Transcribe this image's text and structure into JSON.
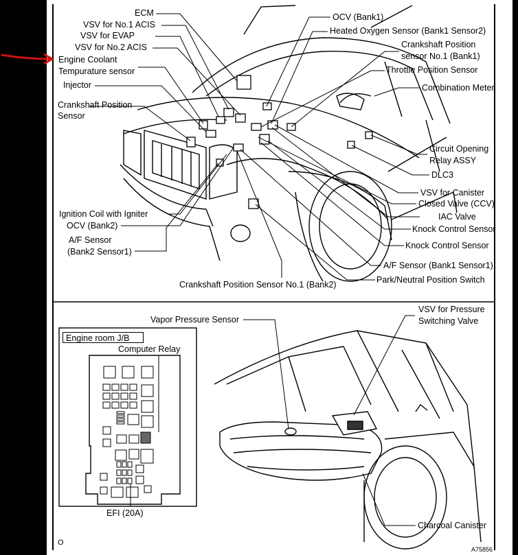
{
  "upper_labels_left": {
    "ecm": "ECM",
    "vsv_no1_acis": "VSV for No.1 ACIS",
    "vsv_evap": "VSV for EVAP",
    "vsv_no2_acis": "VSV for No.2 ACIS",
    "engine_coolant_1": "Engine Coolant",
    "engine_coolant_2": "Tempurature sensor",
    "injector": "Injector",
    "crankshaft_1": "Crankshaft Position",
    "crankshaft_2": "Sensor",
    "ignition_coil": "Ignition Coil with Igniter",
    "ocv_bank2": "OCV (Bank2)",
    "af_sensor_1": "A/F Sensor",
    "af_sensor_2": "(Bank2 Sensor1)",
    "crank_no1_bank2": "Crankshaft Position Sensor No.1 (Bank2)"
  },
  "upper_labels_right": {
    "ocv_bank1": "OCV (Bank1)",
    "heated_o2": "Heated Oxygen Sensor (Bank1 Sensor2)",
    "crank_no1_1": "Crankshaft Position",
    "crank_no1_2": "sensor No.1 (Bank1)",
    "throttle": "Throttle Position Sensor",
    "combination_meter": "Combination Meter",
    "circuit_opening_1": "Circuit Opening",
    "circuit_opening_2": "Relay ASSY",
    "dlc3": "DLC3",
    "vsv_canister": "VSV for Canister",
    "closed_valve": "Closed Valve (CCV)",
    "iac_valve": "IAC Valve",
    "knock_1": "Knock Control Sensor",
    "knock_2": "Knock Control Sensor",
    "af_bank1": "A/F Sensor (Bank1 Sensor1)",
    "park_neutral": "Park/Neutral Position Switch"
  },
  "lower_labels": {
    "vapor_pressure": "Vapor Pressure Sensor",
    "vsv_pressure_1": "VSV for Pressure",
    "vsv_pressure_2": "Switching Valve",
    "engine_room_jb": "Engine room J/B",
    "computer_relay": "Computer Relay",
    "efi": "EFI (20A)",
    "charcoal_canister": "Charcoal Canister"
  },
  "footer": {
    "left_mark": "O",
    "figure_code": "A75856"
  },
  "colors": {
    "annotation_arrow": "#d01010",
    "ink": "#000000",
    "background_margin": "#000000"
  }
}
